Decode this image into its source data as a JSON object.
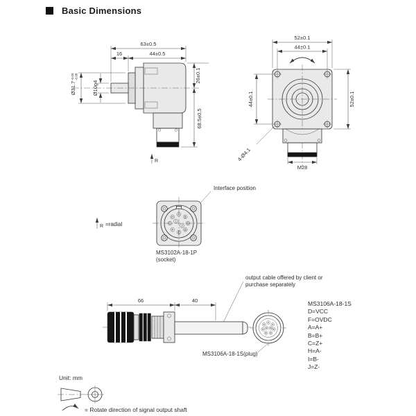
{
  "header": {
    "title": "Basic Dimensions"
  },
  "colors": {
    "line": "#3d3d3d",
    "fill_light": "#e9e9e9",
    "fill_mid": "#dedede",
    "black": "#151515"
  },
  "side_view": {
    "dim_total_depth": "63±0.5",
    "dim_shaft_length": "16",
    "dim_body_depth": "44±0.5",
    "dim_center_height": "26±0.1",
    "dim_total_height": "68.5±0.5",
    "dim_boss_dia": "Ø31.7",
    "dim_boss_tol_upper": "-0.03",
    "dim_boss_tol_lower": "-0.08",
    "dim_shaft_dia": "Ø10g4",
    "radial_mark": "R"
  },
  "front_view": {
    "dim_flange_width": "52±0.1",
    "dim_hole_spacing_top": "44±0.1",
    "dim_hole_spacing_left": "44±0.1",
    "dim_flange_height": "52±0.1",
    "dim_mounting_holes": "4-Ø4.1",
    "dim_connector_thread": "M28"
  },
  "socket_view": {
    "interface_label": "Interface position",
    "radial_mark": "R",
    "radial_text": "=radial",
    "model": "MS3102A-18-1P",
    "kind": "(socket)",
    "pins": [
      "A",
      "B",
      "C",
      "D",
      "E",
      "F",
      "G",
      "H",
      "I",
      "J"
    ]
  },
  "cable_view": {
    "dim_plug_length": "66",
    "dim_gland_length": "40",
    "note_line1": "output cable offered by client or",
    "note_line2": "purchase separately",
    "plug_label": "MS3106A-18-1S(plug)",
    "pinout_title": "MS3106A-18-1S",
    "pinout": [
      "D=VCC",
      "F=OVDC",
      "A=A+",
      "B=B+",
      "C=Z+",
      "H=A-",
      "I=B-",
      "J=Z-"
    ]
  },
  "footer": {
    "unit_label": "Unit: mm",
    "rotate_legend": "= Rotate direction of signal output shaft"
  }
}
